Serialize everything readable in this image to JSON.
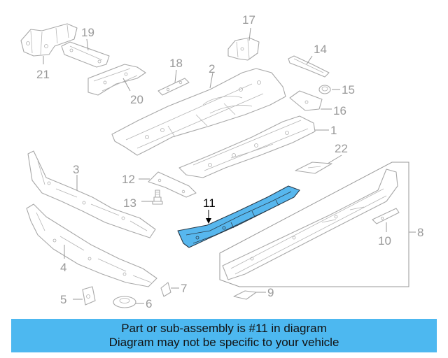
{
  "diagram": {
    "callouts": {
      "c1": "1",
      "c2": "2",
      "c3": "3",
      "c4": "4",
      "c5": "5",
      "c6": "6",
      "c7": "7",
      "c8": "8",
      "c9": "9",
      "c10": "10",
      "c11": "11",
      "c12": "12",
      "c13": "13",
      "c14": "14",
      "c15": "15",
      "c16": "16",
      "c17": "17",
      "c18": "18",
      "c19": "19",
      "c20": "20",
      "c21": "21",
      "c22": "22"
    },
    "highlighted_part": "11",
    "colors": {
      "highlight_fill": "#57b7ee",
      "banner": "#4db8f0",
      "line": "#a8a8a8"
    }
  },
  "banner": {
    "line1": "Part or sub-assembly is #11 in diagram",
    "line2": "Diagram may not be specific to your vehicle"
  }
}
